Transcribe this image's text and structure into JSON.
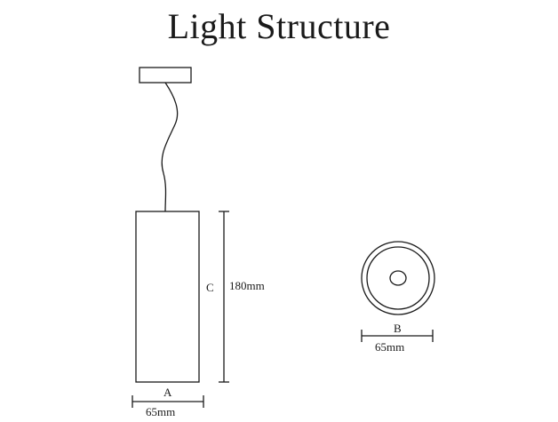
{
  "title": "Light Structure",
  "dimensions": {
    "width_label": "A",
    "width_value": "65mm",
    "height_label": "C",
    "height_value": "180mm",
    "diameter_label": "B",
    "diameter_value": "65mm"
  },
  "colors": {
    "line": "#1a1a1a",
    "background": "#ffffff"
  }
}
